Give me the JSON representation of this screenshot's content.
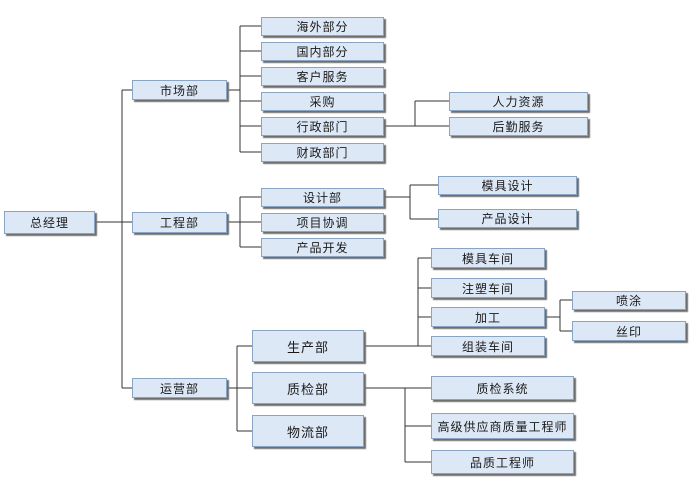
{
  "root": "总经理",
  "departments": [
    {
      "name": "市场部",
      "children": [
        {
          "name": "海外部分"
        },
        {
          "name": "国内部分"
        },
        {
          "name": "客户服务"
        },
        {
          "name": "采购"
        },
        {
          "name": "行政部门",
          "children": [
            {
              "name": "人力资源"
            },
            {
              "name": "后勤服务"
            }
          ]
        },
        {
          "name": "财政部门"
        }
      ]
    },
    {
      "name": "工程部",
      "children": [
        {
          "name": "设计部",
          "children": [
            {
              "name": "模具设计"
            },
            {
              "name": "产品设计"
            }
          ]
        },
        {
          "name": "项目协调"
        },
        {
          "name": "产品开发"
        }
      ]
    },
    {
      "name": "运营部",
      "children": [
        {
          "name": "生产部",
          "children": [
            {
              "name": "模具车间"
            },
            {
              "name": "注塑车间"
            },
            {
              "name": "加工",
              "children": [
                {
                  "name": "喷涂"
                },
                {
                  "name": "丝印"
                }
              ]
            },
            {
              "name": "组装车间"
            }
          ]
        },
        {
          "name": "质检部",
          "children": [
            {
              "name": "质检系统"
            },
            {
              "name": "高级供应商质量工程师"
            },
            {
              "name": "品质工程师"
            }
          ]
        },
        {
          "name": "物流部"
        }
      ]
    }
  ]
}
